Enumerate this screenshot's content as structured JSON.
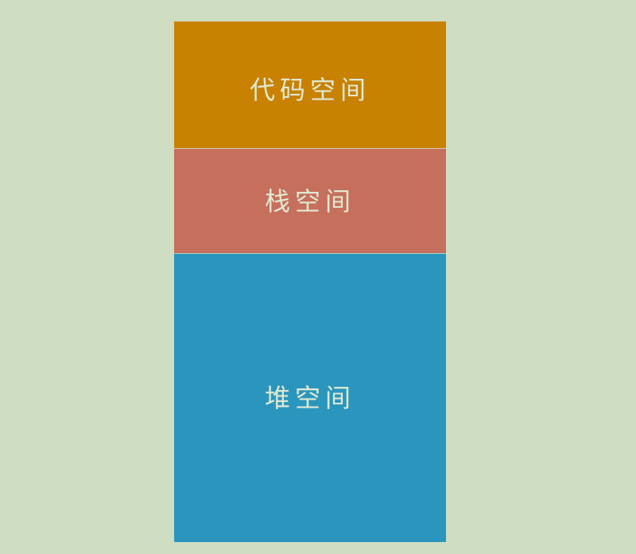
{
  "colors": {
    "background": "#cfddc2",
    "label_text": "#dfe9d2"
  },
  "memory_layout": {
    "segments": [
      {
        "label": "代码空间",
        "color": "#c88101"
      },
      {
        "label": "栈空间",
        "color": "#c66f5c"
      },
      {
        "label": "堆空间",
        "color": "#2b96bd"
      }
    ]
  }
}
